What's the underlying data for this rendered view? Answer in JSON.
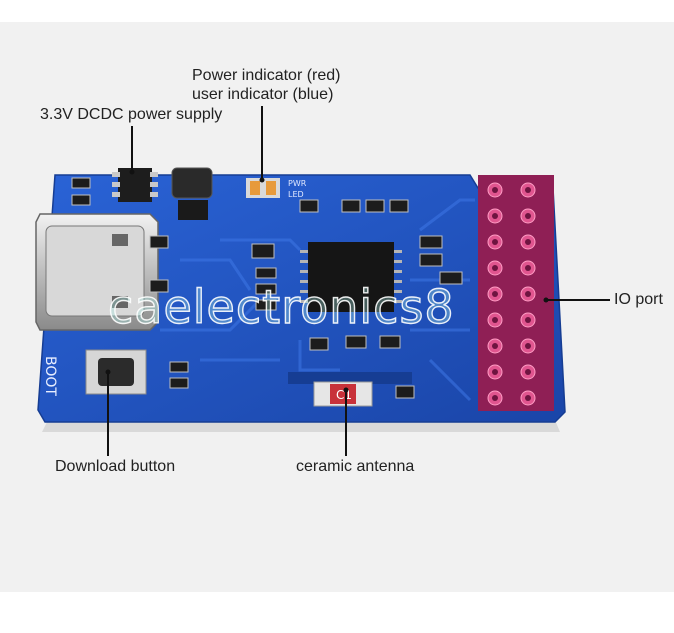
{
  "annotations": {
    "dcdc": "3.3V DCDC power supply",
    "indicator_line1": "Power indicator (red)",
    "indicator_line2": "user indicator (blue)",
    "io_port": "IO port",
    "download_button": "Download button",
    "ceramic_antenna": "ceramic antenna"
  },
  "board": {
    "silkscreen_boot": "BOOT",
    "silkscreen_pwr": "PWR",
    "silkscreen_led": "LED",
    "antenna_marking": "C1"
  },
  "watermark": "caelectronics8",
  "colors": {
    "pcb_blue": "#1b4fbf",
    "pad_magenta": "#c0306e",
    "header_pink": "#d4387a"
  }
}
